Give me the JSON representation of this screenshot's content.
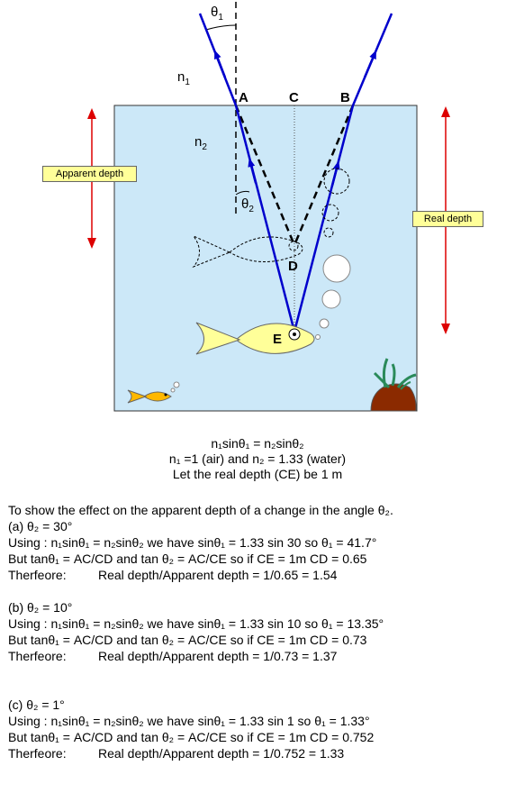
{
  "diagram": {
    "n1": "n",
    "n1_sub": "1",
    "n2": "n",
    "n2_sub": "2",
    "theta": "θ",
    "theta1_sub": "1",
    "theta2_sub": "2",
    "point_a": "A",
    "point_b": "B",
    "point_c": "C",
    "point_d": "D",
    "point_e": "E",
    "apparent_depth": "Apparent depth",
    "real_depth": "Real depth"
  },
  "equations": {
    "snell": "n₁sinθ₁ = n₂sinθ₂",
    "indices": "n₁ =1 (air) and n₂ = 1.33 (water)",
    "assume": "Let the real depth (CE) be 1 m"
  },
  "intro": "To show the effect on the apparent depth of a change in the angle θ₂.",
  "cases": [
    {
      "heading": "(a) θ₂ = 30°",
      "using": "Using : n₁sinθ₁ = n₂sinθ₂   we have sinθ₁ = 1.33 sin 30  so θ₁ = 41.7°",
      "but": "But tanθ₁ = AC/CD   and tan θ₂ = AC/CE  so if CE = 1m CD = 0.65",
      "therefore_label": "Therfeore:",
      "therefore": "Real depth/Apparent depth = 1/0.65 =  1.54"
    },
    {
      "heading": "(b) θ₂ = 10°",
      "using": "Using : n₁sinθ₁ = n₂sinθ₂   we have sinθ₁ = 1.33 sin 10  so θ₁ = 13.35°",
      "but": "But tanθ₁ = AC/CD   and tan θ₂ = AC/CE  so if CE = 1m CD = 0.73",
      "therefore_label": "Therfeore:",
      "therefore": "Real depth/Apparent depth = 1/0.73 =  1.37"
    },
    {
      "heading": "(c) θ₂ = 1°",
      "using": "Using : n₁sinθ₁ = n₂sinθ₂   we have sinθ₁ = 1.33 sin 1  so θ₁ = 1.33°",
      "but": "But tanθ₁ = AC/CD   and tan θ₂ = AC/CE  so if CE = 1m CD = 0.752",
      "therefore_label": "Therfeore:",
      "therefore": "Real depth/Apparent depth = 1/0.752 =  1.33"
    }
  ],
  "colors": {
    "water": "#cce8f8",
    "ray": "#0000cc",
    "arrow": "#dd0000",
    "fish": "#ffff99",
    "label_box": "#ffff99",
    "rock": "#8b2a00",
    "weed": "#2a8a5a",
    "small_fish": "#ffb800"
  }
}
